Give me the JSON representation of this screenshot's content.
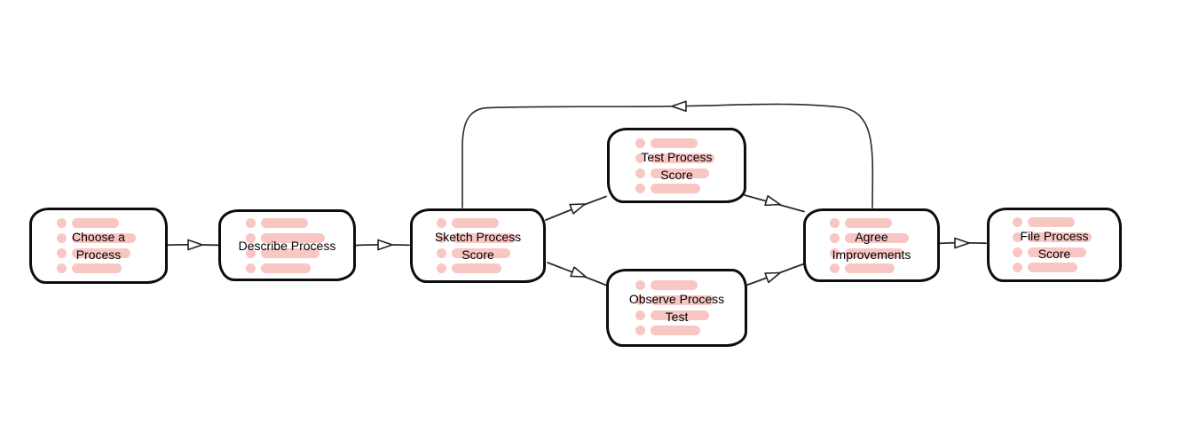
{
  "diagram": {
    "type": "flowchart",
    "background_color": "#ffffff",
    "node_border_color": "#0d0d0d",
    "connector_color": "#2b2b2b",
    "skeleton_line_color": "#f8c6c3",
    "label_text_color": "#000000",
    "arrowhead_style": "open-triangle-white",
    "nodes": [
      {
        "id": "choose-a-process",
        "label": "Choose a\nProcess"
      },
      {
        "id": "describe-process",
        "label": "Describe Process"
      },
      {
        "id": "sketch-process-score",
        "label": "Sketch Process\nScore"
      },
      {
        "id": "test-process-score",
        "label": "Test Process\nScore"
      },
      {
        "id": "observe-process-test",
        "label": "Observe Process\nTest"
      },
      {
        "id": "agree-improvements",
        "label": "Agree\nImprovements"
      },
      {
        "id": "file-process-score",
        "label": "File Process\nScore"
      }
    ],
    "edges": [
      {
        "from": "choose-a-process",
        "to": "describe-process"
      },
      {
        "from": "describe-process",
        "to": "sketch-process-score"
      },
      {
        "from": "sketch-process-score",
        "to": "test-process-score"
      },
      {
        "from": "sketch-process-score",
        "to": "observe-process-test"
      },
      {
        "from": "test-process-score",
        "to": "agree-improvements"
      },
      {
        "from": "observe-process-test",
        "to": "agree-improvements"
      },
      {
        "from": "agree-improvements",
        "to": "file-process-score"
      },
      {
        "from": "agree-improvements",
        "to": "sketch-process-score",
        "kind": "feedback-loop"
      }
    ]
  }
}
